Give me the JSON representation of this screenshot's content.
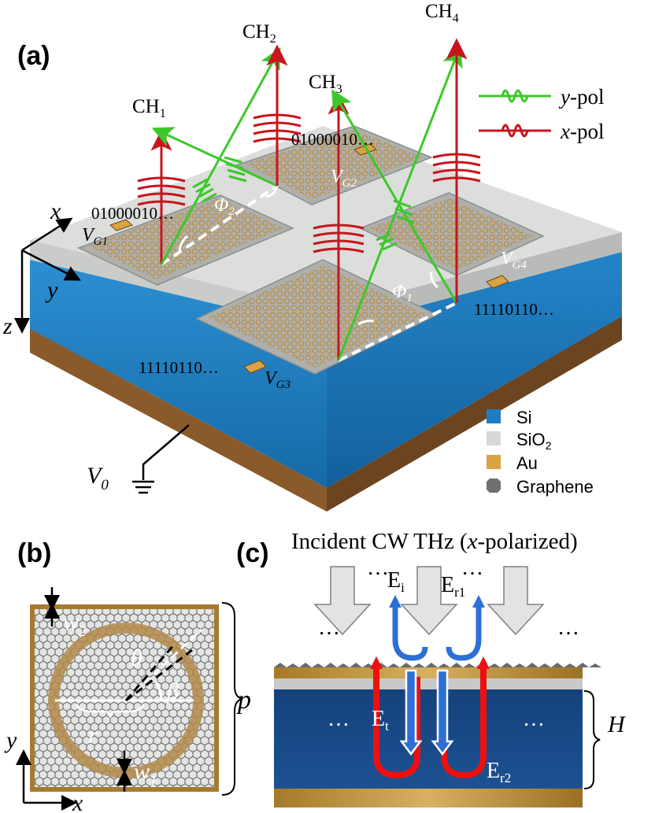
{
  "panel_a": {
    "label": "(a)",
    "channels": [
      "CH",
      "CH",
      "CH",
      "CH"
    ],
    "channel_subs": [
      "1",
      "2",
      "3",
      "4"
    ],
    "codes": [
      "01000010…",
      "01000010…",
      "11110110…",
      "11110110…"
    ],
    "gates": [
      "V",
      "V",
      "V",
      "V"
    ],
    "gate_subs": [
      "G1",
      "G2",
      "G3",
      "G4"
    ],
    "ground": "V",
    "ground_sub": "0",
    "phi1": "Φ",
    "phi1_sub": "1",
    "phi2": "Φ",
    "phi2_sub": "2",
    "axes": {
      "x": "x",
      "y": "y",
      "z": "z"
    },
    "pol_legend": {
      "y_pol_var": "y",
      "y_pol_suffix": "-pol",
      "x_pol_var": "x",
      "x_pol_suffix": "-pol"
    },
    "material_legend": {
      "si": "Si",
      "sio2": "SiO",
      "sio2_sub": "2",
      "au": "Au",
      "graphene": "Graphene"
    },
    "colors": {
      "si": "#1e7cc0",
      "sio2": "#d7d9d6",
      "au": "#d9a441",
      "graphene": "#707070",
      "y_pol": "#3cc82a",
      "x_pol": "#c8141e"
    }
  },
  "panel_b": {
    "label": "(b)",
    "w2": "w",
    "w2_sub": "2",
    "w1": "w",
    "w1_sub": "1",
    "theta": "θ",
    "beta": "β",
    "r": "r",
    "p": "p",
    "axis_x": "x",
    "axis_y": "y"
  },
  "panel_c": {
    "label": "(c)",
    "title_parts": [
      "Incident  CW THz (",
      "x",
      "-polarized)"
    ],
    "ei": "E",
    "ei_sub": "i",
    "er1": "E",
    "er1_sub": "r1",
    "et": "E",
    "et_sub": "t",
    "er2": "E",
    "er2_sub": "r2",
    "h": "H",
    "ellipsis": "…"
  }
}
